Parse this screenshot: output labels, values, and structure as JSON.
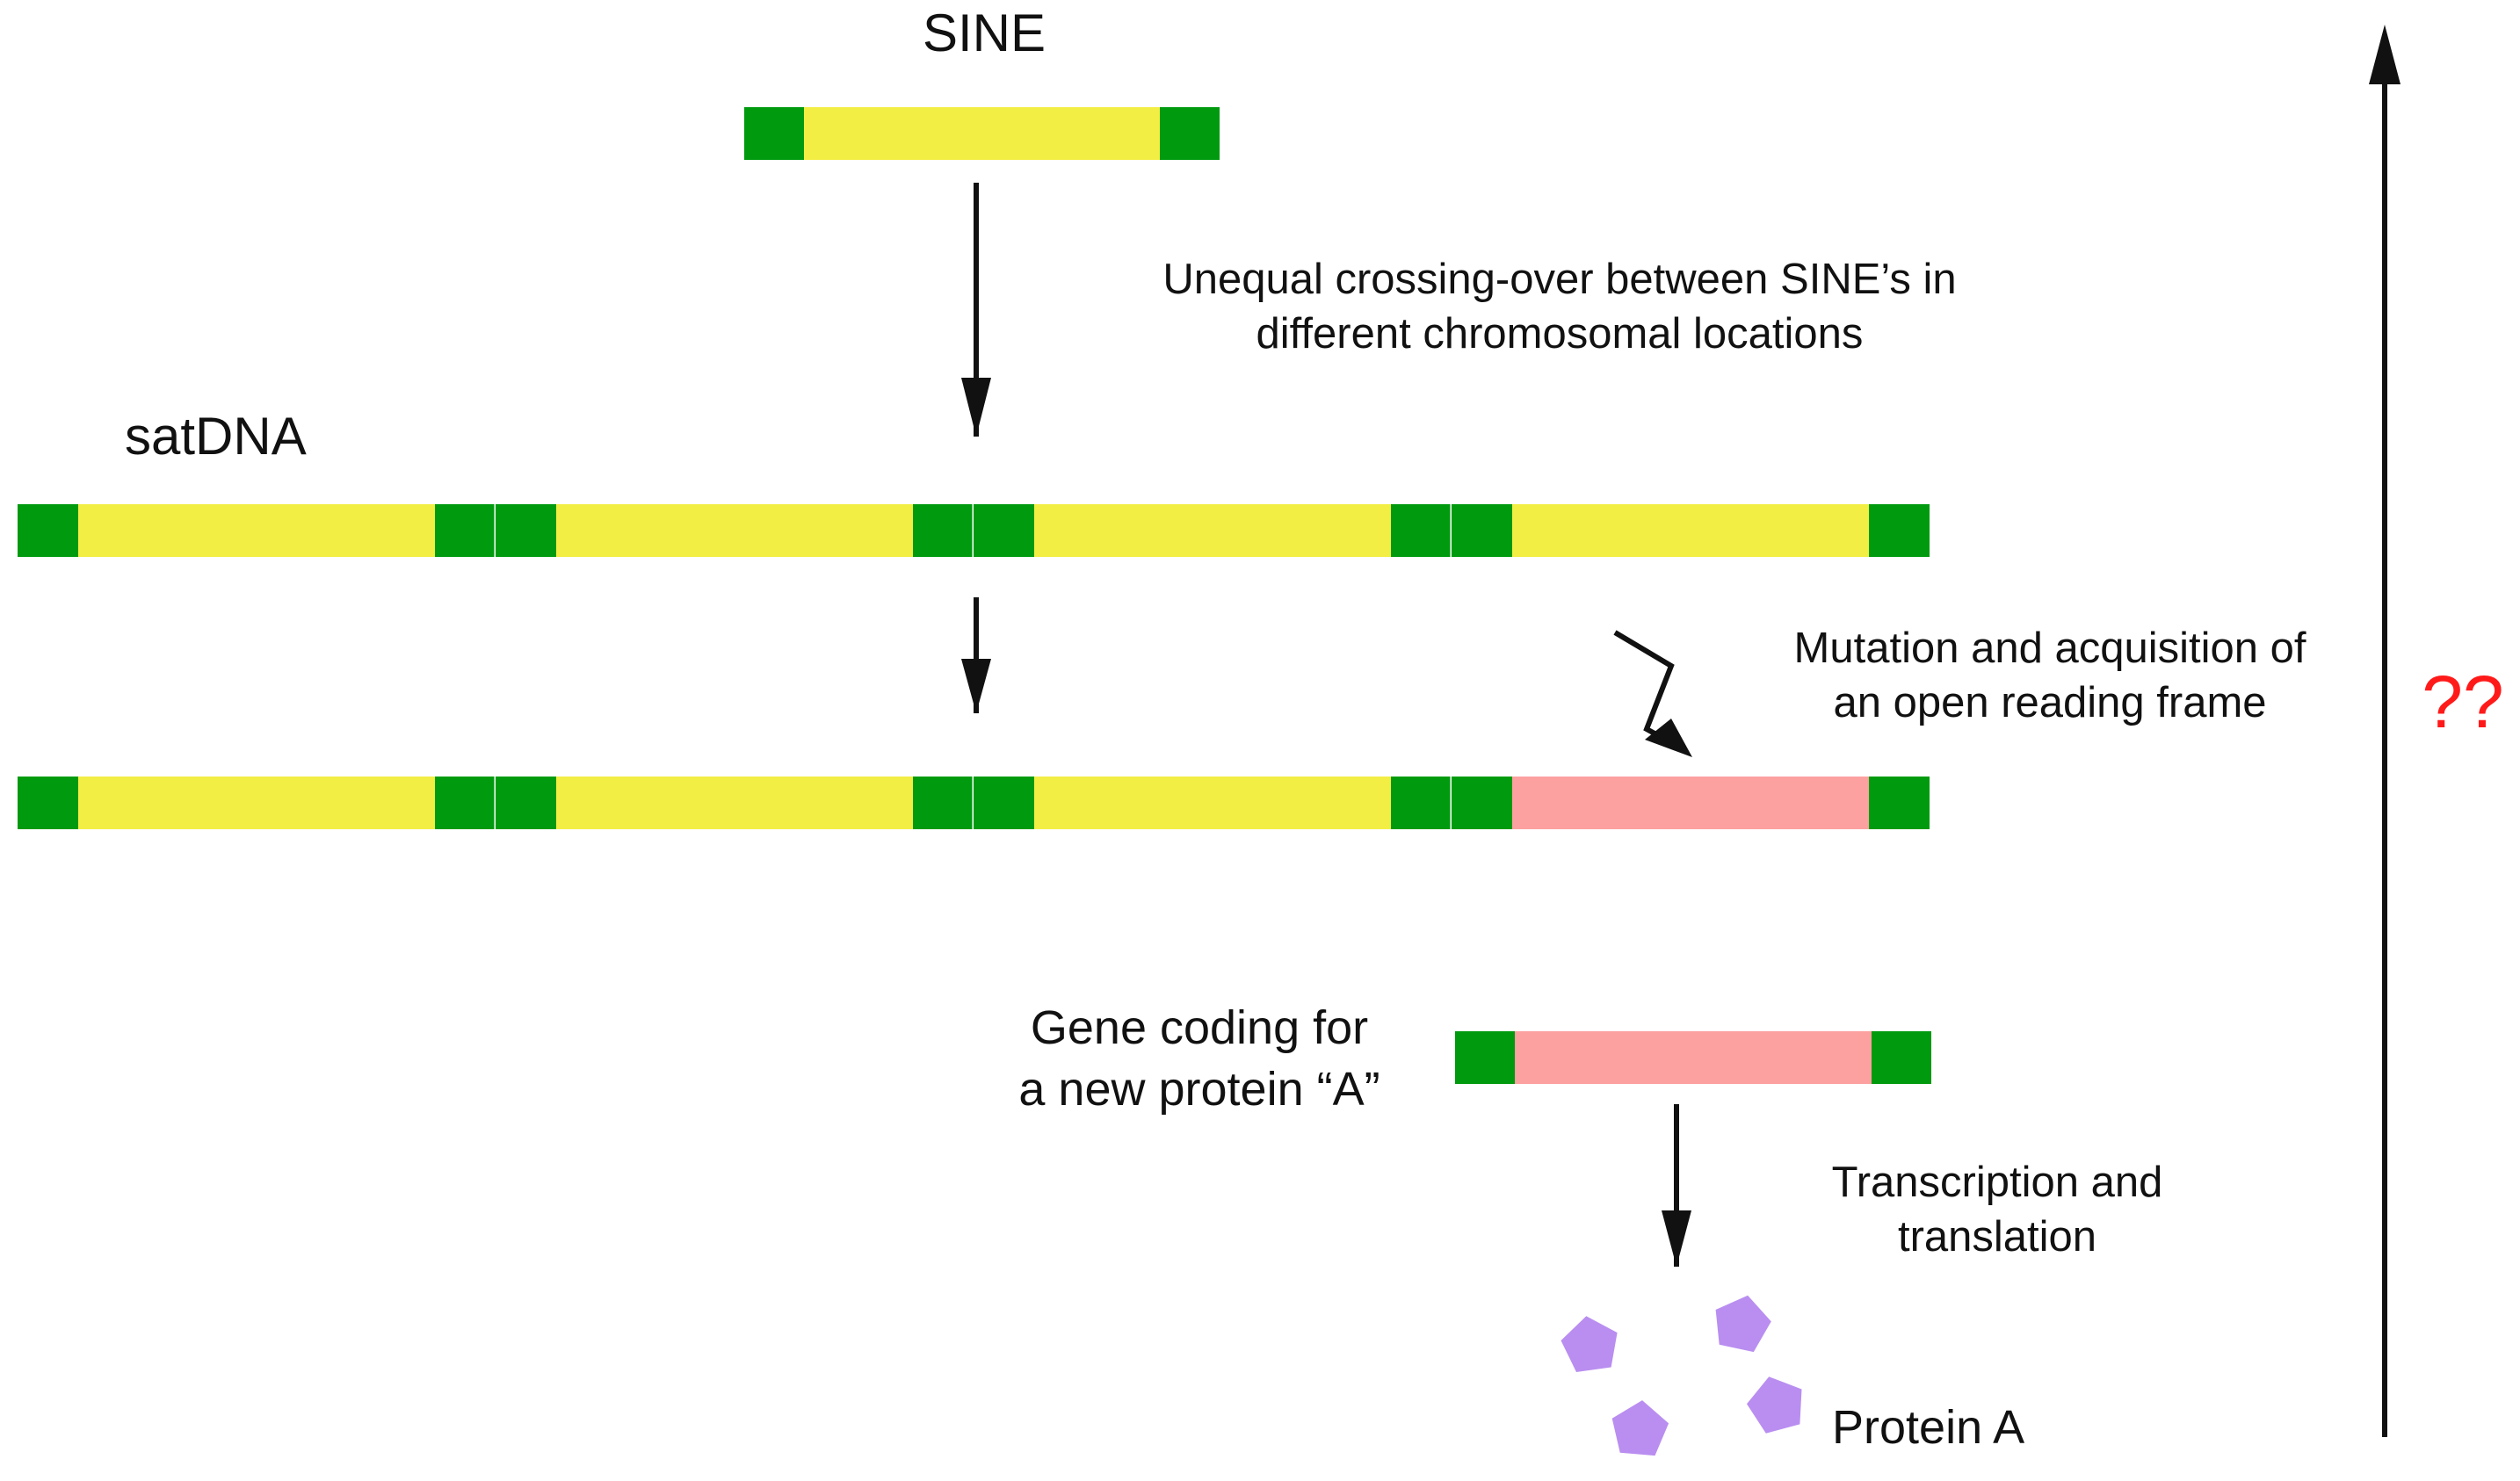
{
  "labels": {
    "sine": "SINE",
    "satdna": "satDNA",
    "step1": [
      "Unequal crossing-over between SINE’s in",
      "different chromosomal locations"
    ],
    "step2": [
      "Mutation and acquisition of",
      "an open reading frame"
    ],
    "gene": [
      "Gene coding for",
      "a new protein “A”"
    ],
    "step3": [
      "Transcription and",
      "translation"
    ],
    "protein": "Protein A",
    "question": "??"
  },
  "colors": {
    "flank_green": "#009a0f",
    "core_yellow": "#f3ee44",
    "orf_pink": "#fca0a0",
    "protein_purple": "#b98ef0",
    "arrow": "#111111",
    "question_red": "#ff1a1a"
  },
  "elements": {
    "sine_unit": [
      "flank",
      "core",
      "flank"
    ],
    "satdna_array": [
      "flank",
      "core",
      "flank",
      "flank",
      "core",
      "flank",
      "flank",
      "core",
      "flank",
      "flank",
      "core",
      "flank"
    ],
    "mutated_array": [
      "flank",
      "core",
      "flank",
      "flank",
      "core",
      "flank",
      "flank",
      "core",
      "flank",
      "flank",
      "orf",
      "flank"
    ],
    "new_gene": [
      "flank",
      "orf",
      "flank"
    ],
    "protein_copies": 4
  },
  "icons": {
    "mutation": "lightning-bolt-arrow-icon",
    "protein": "pentagon-icon"
  }
}
